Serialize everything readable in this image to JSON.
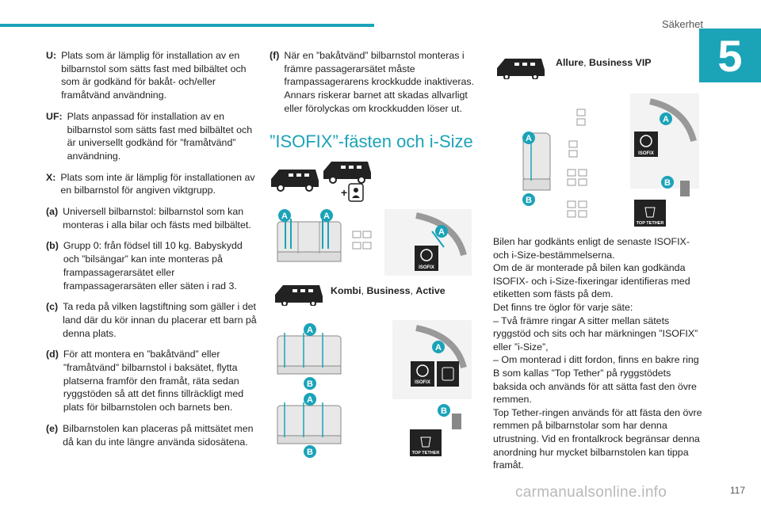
{
  "header": {
    "section": "Säkerhet",
    "chapter_number": "5",
    "page_number": "117"
  },
  "watermark": "carmanualsonline.info",
  "legend": [
    {
      "key": "U:",
      "text": "Plats som är lämplig för installation av en bilbarnstol som sätts fast med bilbältet och som är godkänd för bakåt- och/eller framåtvänd användning."
    },
    {
      "key": "UF:",
      "text": "Plats anpassad för installation av en bilbarnstol som sätts fast med bilbältet och är universellt godkänd för ”framåtvänd” användning."
    },
    {
      "key": "X:",
      "text": "Plats som inte är lämplig för installationen av en bilbarnstol för angiven viktgrupp."
    },
    {
      "key": "(a)",
      "text": "Universell bilbarnstol: bilbarnstol som kan monteras i alla bilar och fästs med bilbältet."
    },
    {
      "key": "(b)",
      "text": "Grupp 0: från födsel till 10 kg. Babyskydd och ”bilsängar” kan inte monteras på frampassagerarsätet eller frampassagerarsäten eller säten i rad 3."
    },
    {
      "key": "(c)",
      "text": "Ta reda på vilken lagstiftning som gäller i det land där du kör innan du placerar ett barn på denna plats."
    },
    {
      "key": "(d)",
      "text": "För att montera en ”bakåtvänd” eller ”framåtvänd” bilbarnstol i baksätet, flytta platserna framför den framåt, räta sedan ryggstöden så att det finns tillräckligt med plats för bilbarnstolen och barnets ben."
    },
    {
      "key": "(e)",
      "text": "Bilbarnstolen kan placeras på mittsätet men då kan du inte längre använda sidosätena."
    }
  ],
  "note_f": {
    "key": "(f)",
    "text": "När en ”bakåtvänd” bilbarnstol monteras i främre passagerarsätet måste frampassagerarens krockkudde inaktiveras. Annars riskerar barnet att skadas allvarligt eller förolyckas om krockkudden löser ut."
  },
  "isofix_heading": "”ISOFIX”-fästen och i-Size",
  "versions": {
    "kombi_parts": [
      "Kombi",
      ", ",
      "Business",
      ", ",
      "Active"
    ],
    "allure_parts": [
      "Allure",
      ", ",
      "Business VIP"
    ]
  },
  "markers": {
    "a": "A",
    "b": "B"
  },
  "badges": {
    "isofix": "ISOFIX",
    "top_tether": "TOP TETHER"
  },
  "intro_paragraphs": [
    "Bilen har godkänts enligt de senaste ISOFIX- och i-Size-bestämmelserna.",
    "Om de är monterade på bilen kan godkända ISOFIX- och i-Size-fixeringar identifieras med etiketten som fästs på dem.",
    "Det finns tre öglor för varje säte:",
    "– Två främre ringar A sitter mellan sätets ryggstöd och sits och har märkningen ”ISOFIX” eller ”i-Size”,",
    "– Om monterad i ditt fordon, finns en bakre ring B som kallas ”Top Tether” på ryggstödets baksida och används för att sätta fast den övre remmen.",
    "Top Tether-ringen används för att fästa den övre remmen på bilbarnstolar som har denna utrustning. Vid en frontalkrock begränsar denna anordning hur mycket bilbarnstolen kan tippa framåt."
  ],
  "colors": {
    "accent": "#1ba3b8",
    "text": "#222222",
    "figure_gray": "#9a9a9a",
    "watermark": "#b9b9b9"
  }
}
